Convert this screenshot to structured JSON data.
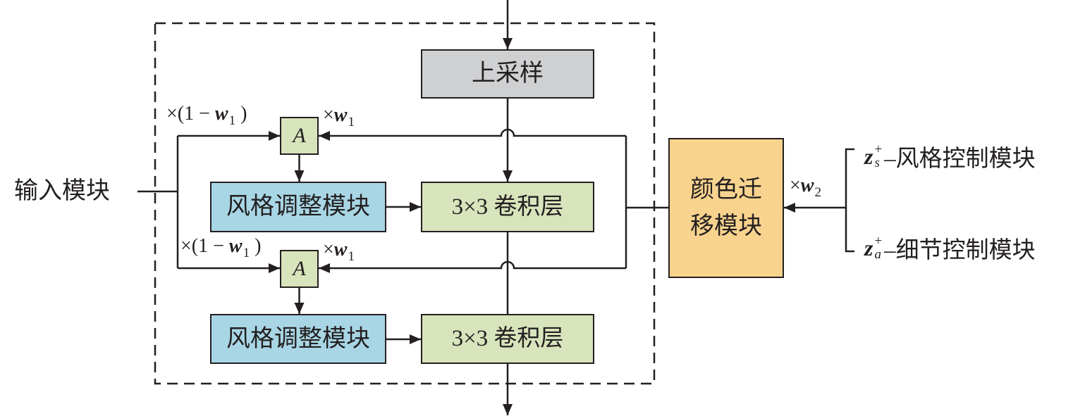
{
  "diagram": {
    "input_label": "输入模块",
    "upsample_label": "上采样",
    "blend_top_label": "A",
    "blend_bottom_label": "A",
    "style_mod_top_label": "风格调整模块",
    "style_mod_bottom_label": "风格调整模块",
    "conv_top_label": "3×3 卷积层",
    "conv_bottom_label": "3×3 卷积层",
    "color_transfer_lines": [
      "颜色迁",
      "移模块"
    ]
  },
  "weights": {
    "complement_top": {
      "prefix": "×(1 − ",
      "var": "w",
      "sub": "1",
      "suffix": " )"
    },
    "weight_top": {
      "prefix": "×",
      "var": "w",
      "sub": "1"
    },
    "complement_bottom": {
      "prefix": "×(1 − ",
      "var": "w",
      "sub": "1",
      "suffix": " )"
    },
    "weight_bottom": {
      "prefix": "×",
      "var": "w",
      "sub": "1"
    },
    "weight_color": {
      "prefix": "×",
      "var": "w",
      "sub": "2"
    }
  },
  "controls": {
    "style": {
      "var": "z",
      "sup": "+",
      "sub": "s",
      "text": "–风格控制模块"
    },
    "detail": {
      "var": "z",
      "sup": "+",
      "sub": "a",
      "text": "–细节控制模块"
    }
  },
  "colors": {
    "upsample": "#cfd0d2",
    "green": "#d8e4bc",
    "style_mod": "#a8d6e5",
    "color_transfer": "#f8d38e"
  }
}
